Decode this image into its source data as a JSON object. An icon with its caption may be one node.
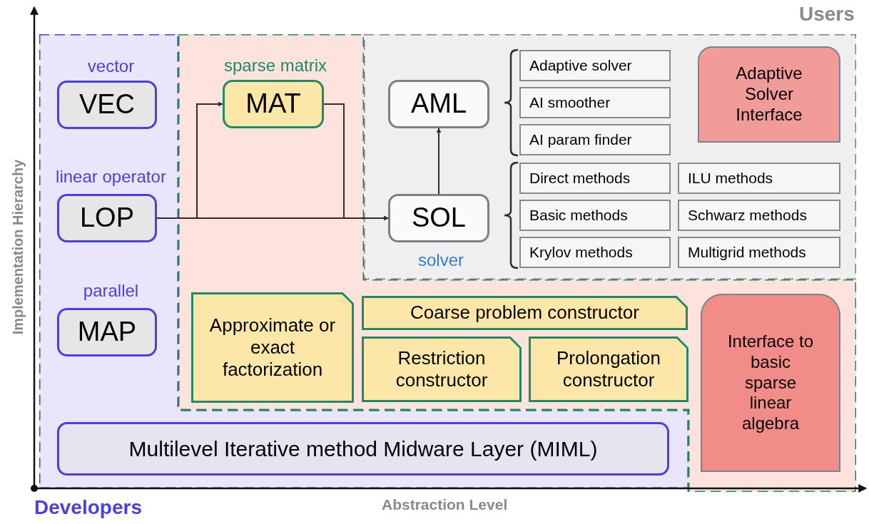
{
  "diagram": {
    "nodes": [
      {
        "text": [],
        "shape": "box"
      },
      {
        "text": [
          "VEC"
        ],
        "in": 0,
        "beside": [
          "vector"
        ]
      },
      {
        "text": [
          "LOP"
        ],
        "in": 0,
        "beside": [
          "linear operator"
        ]
      },
      {
        "text": [
          "MAP"
        ],
        "in": 0,
        "beside": [
          "parallel"
        ]
      },
      {
        "text": [
          "Multilevel Iterative method Midware Layer (MIML)"
        ],
        "in": 0
      },
      {
        "text": [],
        "shape": "box"
      },
      {
        "text": [
          "MAT"
        ],
        "in": 5,
        "beside": [
          "sparse matrix"
        ]
      },
      {
        "text": [
          "Approximate or exact factorization"
        ],
        "in": 5
      },
      {
        "text": [
          "Coarse problem constructor"
        ],
        "in": 5
      },
      {
        "text": [
          "Restriction constructor"
        ],
        "in": 5
      },
      {
        "text": [
          "Prolongation constructor"
        ],
        "in": 5
      },
      {
        "text": [
          "Interface to basic sparse linear algebra"
        ],
        "in": 5
      },
      {
        "text": [],
        "shape": "box"
      },
      {
        "text": [
          "AML"
        ],
        "in": 12
      },
      {
        "text": [
          "SOL"
        ],
        "in": 12,
        "beside": [
          "solver"
        ]
      },
      {
        "text": [
          "Adaptive solver"
        ],
        "in": 12
      },
      {
        "text": [
          "AI smoother"
        ],
        "in": 12
      },
      {
        "text": [
          "AI param finder"
        ],
        "in": 12
      },
      {
        "text": [
          "Direct methods"
        ],
        "in": 12
      },
      {
        "text": [
          "ILU methods"
        ],
        "in": 12
      },
      {
        "text": [
          "Basic methods"
        ],
        "in": 12
      },
      {
        "text": [
          "Schwarz methods"
        ],
        "in": 12
      },
      {
        "text": [
          "Krylov methods"
        ],
        "in": 12
      },
      {
        "text": [
          "Multigrid methods"
        ],
        "in": 12
      },
      {
        "text": [
          "Adaptive Solver Interface"
        ],
        "in": 12
      }
    ],
    "edges": [
      {
        "from": 2,
        "to": 6,
        "arrow": "to"
      },
      {
        "from": 2,
        "to": 14,
        "arrow": "to"
      },
      {
        "from": 6,
        "to": 14,
        "arrow": "to"
      },
      {
        "from": 14,
        "to": 13,
        "arrow": "to"
      }
    ],
    "labels": [
      "Users",
      "Implementation Hierarchy",
      "Developers",
      "Abstraction Level"
    ]
  }
}
